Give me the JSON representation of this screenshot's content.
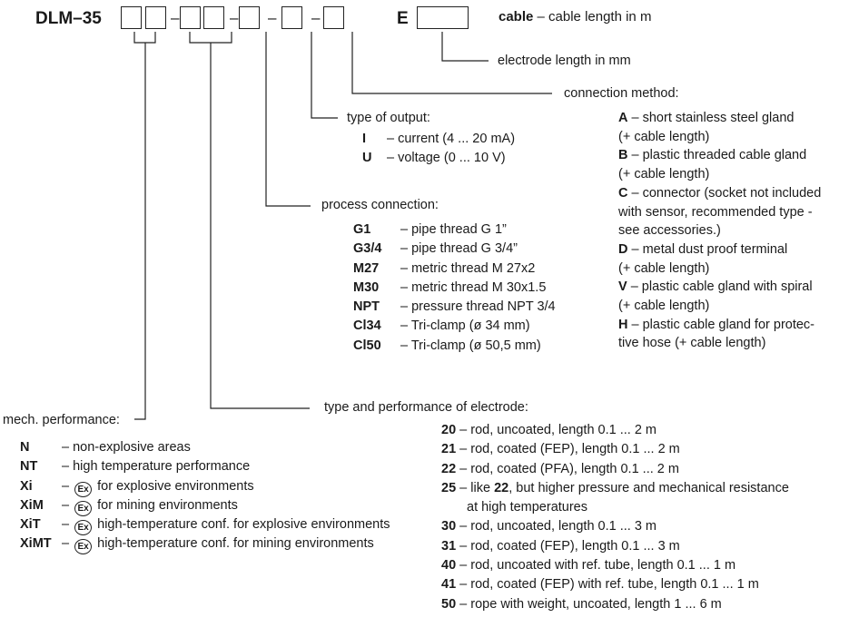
{
  "header": {
    "model_prefix": "DLM–35",
    "dash": "–",
    "e_letter": "E",
    "cable_label": "cable",
    "cable_desc": "– cable length in m"
  },
  "labels": {
    "electrode_length": "electrode length in mm",
    "connection_method": "connection method:",
    "type_of_output": "type of output:",
    "process_connection": "process connection:",
    "mech_performance": "mech. performance:",
    "electrode_type": "type and performance of electrode:"
  },
  "output_types": [
    {
      "code": "I",
      "desc": "– current (4 ... 20 mA)"
    },
    {
      "code": "U",
      "desc": "– voltage (0 ... 10 V)"
    }
  ],
  "process_connections": [
    {
      "code": "G1",
      "desc": "– pipe thread G 1”"
    },
    {
      "code": "G3/4",
      "desc": "– pipe thread G 3/4”"
    },
    {
      "code": "M27",
      "desc": "– metric thread M 27x2"
    },
    {
      "code": "M30",
      "desc": "– metric thread M 30x1.5"
    },
    {
      "code": "NPT",
      "desc": "– pressure thread NPT 3/4"
    },
    {
      "code": "Cl34",
      "desc": "– Tri-clamp (ø 34 mm)"
    },
    {
      "code": "Cl50",
      "desc": "– Tri-clamp (ø 50,5 mm)"
    }
  ],
  "connection_methods": [
    {
      "code": "A",
      "desc": "– short stainless steel gland",
      "cont": "(+ cable length)"
    },
    {
      "code": "B",
      "desc": "– plastic threaded cable gland",
      "cont": "(+ cable length)"
    },
    {
      "code": "C",
      "desc": "– connector (socket not included",
      "cont": "with sensor, recommended type -",
      "cont2": "see accessories.)"
    },
    {
      "code": "D",
      "desc": "– metal dust proof terminal",
      "cont": "(+ cable length)"
    },
    {
      "code": "V",
      "desc": "– plastic cable gland with spiral",
      "cont": "(+ cable length)"
    },
    {
      "code": "H",
      "desc": "– plastic cable gland for protec-",
      "cont": "tive hose (+ cable length)"
    }
  ],
  "mech_performances": [
    {
      "code": "N",
      "desc": "– non-explosive areas",
      "ex": false
    },
    {
      "code": "NT",
      "desc": "– high temperature performance",
      "ex": false
    },
    {
      "code": "Xi",
      "desc": "for explosive environments",
      "ex": true
    },
    {
      "code": "XiM",
      "desc": "for mining environments",
      "ex": true
    },
    {
      "code": "XiT",
      "desc": "high-temperature conf. for explosive environments",
      "ex": true
    },
    {
      "code": "XiMT",
      "desc": "high-temperature conf. for mining environments",
      "ex": true
    }
  ],
  "ex_symbol": "Ex",
  "electrodes": [
    {
      "code": "20",
      "desc": "– rod, uncoated, length 0.1 ... 2 m"
    },
    {
      "code": "21",
      "desc": "– rod, coated (FEP), length 0.1 ... 2 m"
    },
    {
      "code": "22",
      "desc": "– rod, coated (PFA), length 0.1 ... 2 m"
    },
    {
      "code": "25",
      "desc_pre": "– like ",
      "desc_ref": "22",
      "desc_post": ", but higher pressure and mechanical resistance",
      "cont": "at high temperatures"
    },
    {
      "code": "30",
      "desc": "– rod, uncoated, length 0.1 ... 3 m"
    },
    {
      "code": "31",
      "desc": "– rod, coated (FEP), length 0.1 ... 3 m"
    },
    {
      "code": "40",
      "desc": "– rod, uncoated with ref. tube, length 0.1 ... 1 m"
    },
    {
      "code": "41",
      "desc": "– rod, coated (FEP) with ref. tube, length 0.1 ... 1 m"
    },
    {
      "code": "50",
      "desc": "– rope with weight, uncoated, length 1 ... 6 m"
    }
  ]
}
